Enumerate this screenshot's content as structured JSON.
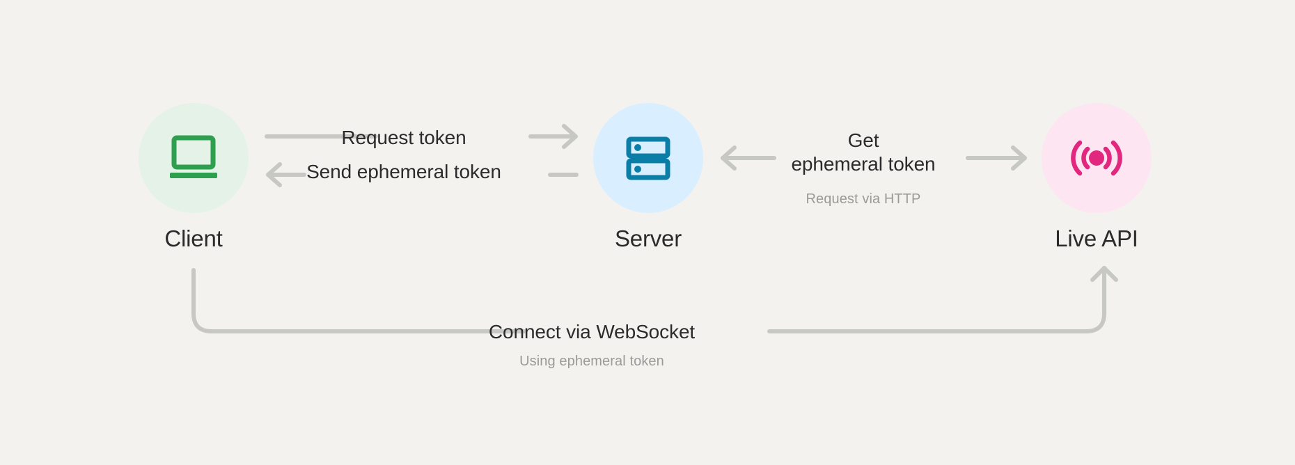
{
  "diagram": {
    "background_color": "#f3f2ef",
    "title_text_color": "#2b2b2b",
    "connector_color": "#c7c7c4",
    "nodes": [
      {
        "id": "client",
        "label": "Client",
        "icon": "laptop-icon",
        "icon_color": "#2e9e4f",
        "circle_color": "#e4f2e7"
      },
      {
        "id": "server",
        "label": "Server",
        "icon": "server-rack-icon",
        "icon_color": "#0b7ea8",
        "circle_color": "#d9efff"
      },
      {
        "id": "live-api",
        "label": "Live API",
        "icon": "broadcast-signal-icon",
        "icon_color": "#e2277f",
        "circle_color": "#fde5f1"
      }
    ],
    "edges": [
      {
        "id": "request-token",
        "label": "Request token",
        "from": "client",
        "to": "server",
        "direction": "right"
      },
      {
        "id": "send-ephemeral-token",
        "label": "Send ephemeral token",
        "from": "server",
        "to": "client",
        "direction": "left"
      },
      {
        "id": "get-ephemeral-token",
        "label_line1": "Get",
        "label_line2": "ephemeral token",
        "sublabel": "Request via HTTP",
        "from": "server",
        "to": "live-api",
        "direction": "both"
      },
      {
        "id": "connect-websocket",
        "label": "Connect via WebSocket",
        "sublabel": "Using ephemeral token",
        "from": "client",
        "to": "live-api",
        "direction": "right"
      }
    ]
  }
}
